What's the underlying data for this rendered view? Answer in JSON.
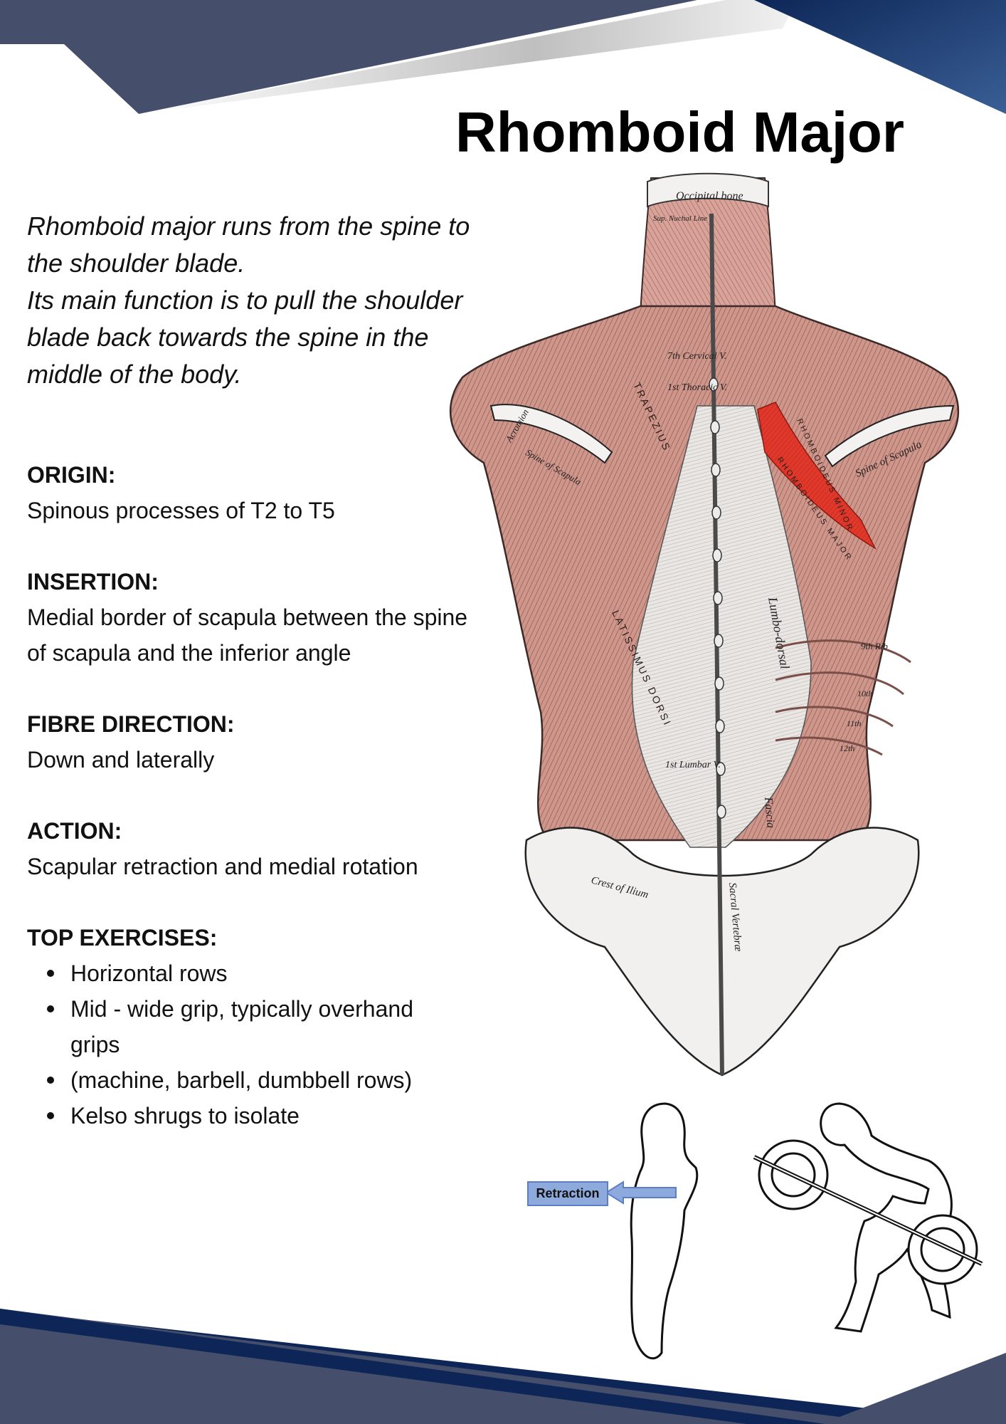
{
  "title": "Rhomboid Major",
  "intro": [
    "Rhomboid major runs from the spine to the shoulder blade.",
    "Its main function is to pull the shoulder blade back towards the spine in the middle of the body."
  ],
  "facts": {
    "origin": {
      "label": "ORIGIN:",
      "value": "Spinous processes of T2 to T5"
    },
    "insertion": {
      "label": "INSERTION:",
      "value": "Medial border of scapula between the spine of scapula and the inferior angle"
    },
    "fibre": {
      "label": "FIBRE DIRECTION:",
      "value": "Down and laterally"
    },
    "action": {
      "label": "ACTION:",
      "value": "Scapular retraction and medial rotation"
    },
    "exercises": {
      "label": "TOP EXERCISES:",
      "items": [
        "Horizontal rows",
        "Mid - wide grip, typically overhand grips",
        "(machine, barbell, dumbbell rows)",
        "Kelso shrugs to isolate"
      ]
    }
  },
  "anatomy_labels": {
    "occipital": "Occipital bone",
    "nuchal": "Sup. Nuchal Line",
    "cervical": "7th Cervical V.",
    "thoracic": "1st Thoracic V.",
    "acromion": "Acromion",
    "spine_scapula_left": "Spine of Scapula",
    "spine_scapula_right": "Spine of Scapula",
    "rhomboideus_major": "RHOMBOIDEUS MAJOR",
    "rhomboideus_minor": "RHOMBOIDEUS MINOR",
    "trapezius": "TRAPEZIUS",
    "latissimus": "LATISSIMUS DORSI",
    "lumbodorsal": "Lumbo-dorsal",
    "fascia": "Fascia",
    "lumbar": "1st Lumbar V.",
    "rib9": "9th Rib",
    "rib10": "10th",
    "rib11": "11th",
    "rib12": "12th",
    "crest": "Crest of Ilium",
    "sacral": "Sacral Vertebræ"
  },
  "illustrations": {
    "retraction_label": "Retraction"
  },
  "colors": {
    "navy": "#0d2657",
    "slate": "#454e6a",
    "muscle": "#c98a80",
    "rhomboid": "#e0392b",
    "retraction_fill": "#8ea9db"
  }
}
